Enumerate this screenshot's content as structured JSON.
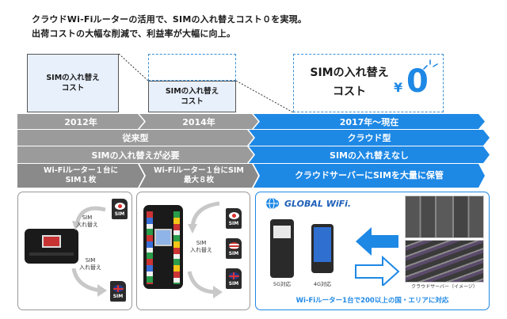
{
  "headline": {
    "line1": "クラウドWi-Fiルーターの活用で、SIMの入れ替えコスト０を実現。",
    "line2": "出荷コストの大幅な削減で、利益率が大幅に向上。"
  },
  "cost_boxes": {
    "box1": [
      "SIMの入れ替え",
      "コスト"
    ],
    "box2": [
      "SIMの入れ替え",
      "コスト"
    ],
    "box3": [
      "SIMの入れ替え",
      "コスト"
    ],
    "currency": "¥",
    "zero": "0"
  },
  "timeline": {
    "years": [
      "2012年",
      "2014年",
      "2017年～現在"
    ],
    "type_old": "従来型",
    "type_new": "クラウド型",
    "swap_old": "SIMの入れ替えが必要",
    "swap_new": "SIMの入れ替えなし",
    "detail1": [
      "Wi-Fiルーター１台に",
      "SIM１枚"
    ],
    "detail2": [
      "Wi-Fiルーター１台にSIM",
      "最大８枚"
    ],
    "detail3": "クラウドサーバーにSIMを大量に保管"
  },
  "panel1": {
    "swap_label": [
      "SIM",
      "入れ替え"
    ],
    "sim_label": "SIM"
  },
  "panel2": {
    "swap_label": [
      "SIM",
      "入れ替え"
    ],
    "sim_label": "SIM"
  },
  "panel3": {
    "logo_text": "GLOBAL WiFi.",
    "device_5g": "5G対応",
    "device_4g": "4G対応",
    "server_caption": "クラウドサーバー（イメージ）",
    "footer": "Wi-Fiルーター1台で200以上の国・エリアに対応"
  },
  "colors": {
    "blue": "#1e88e5",
    "gray": "#9b9b9b",
    "box_fill": "#e8f0fb"
  }
}
